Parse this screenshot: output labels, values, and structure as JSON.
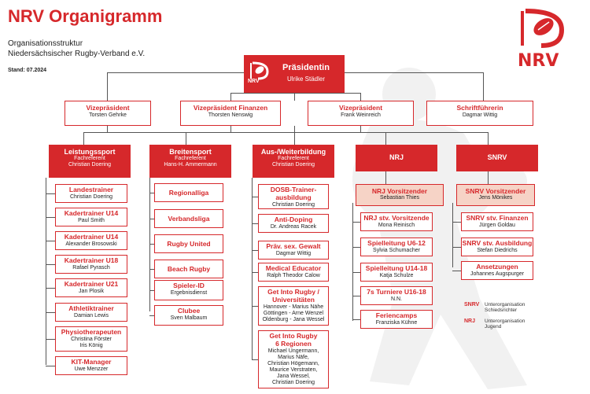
{
  "header": {
    "title": "NRV Organigramm",
    "subtitle_line1": "Organisationsstruktur",
    "subtitle_line2": "Niedersächsischer Rugby-Verband e.V.",
    "stand": "Stand: 07.2024",
    "logo_text": "NRV"
  },
  "top": {
    "role": "Präsidentin",
    "name": "Ulrike Städler",
    "logo_text": "NRV"
  },
  "second_row": [
    {
      "role": "Vizepräsident",
      "name": "Torsten Gehrke"
    },
    {
      "role": "Vizepräsident Finanzen",
      "name": "Thorsten Nenswig"
    },
    {
      "role": "Vizepräsident",
      "name": "Frank Weinreich"
    },
    {
      "role": "Schriftführerin",
      "name": "Dagmar Wittig"
    }
  ],
  "columns": [
    {
      "head": "Leistungssport",
      "sub1": "Fachreferent",
      "sub2": "Christian Doering",
      "items": [
        {
          "role": "Landestrainer",
          "name": "Christian Doering"
        },
        {
          "role": "Kadertrainer U14",
          "name": "Paul Smith"
        },
        {
          "role": "Kadertrainer U14",
          "name": "Alexander Brosowski"
        },
        {
          "role": "Kadertrainer U18",
          "name": "Rafael Pyrasch"
        },
        {
          "role": "Kadertrainer U21",
          "name": "Jan Plosik"
        },
        {
          "role": "Athletiktrainer",
          "name": "Damian Lewis"
        },
        {
          "role": "Physiotherapeuten",
          "name": "Christina Förster\nIris König"
        },
        {
          "role": "KIT-Manager",
          "name": "Uwe Menzzer"
        }
      ]
    },
    {
      "head": "Breitensport",
      "sub1": "Fachreferent",
      "sub2": "Hans-H. Ammermann",
      "items": [
        {
          "role": "Regionalliga",
          "name": ""
        },
        {
          "role": "Verbandsliga",
          "name": ""
        },
        {
          "role": "Rugby United",
          "name": ""
        },
        {
          "role": "Beach Rugby",
          "name": ""
        },
        {
          "role": "Spieler-ID",
          "name": "Ergebnisdienst"
        },
        {
          "role": "Clubee",
          "name": "Sven Malbaum"
        }
      ]
    },
    {
      "head": "Aus-/Weiterbildung",
      "sub1": "Fachreferent",
      "sub2": "Christian Doering",
      "items": [
        {
          "role": "DOSB-Trainer-\nausbildung",
          "name": "Christian Doering"
        },
        {
          "role": "Anti-Doping",
          "name": "Dr. Andreas Racek"
        },
        {
          "role": "Präv. sex. Gewalt",
          "name": "Dagmar Wittig"
        },
        {
          "role": "Medical Educator",
          "name": "Ralph Theodor Calow"
        },
        {
          "role": "Get Into Rugby /\nUniversitäten",
          "name": "Hannover - Marius Nähe\nGöttingen - Arne Wenzel\nOldenburg - Jana Wessel"
        },
        {
          "role": "Get Into Rugby\n6 Regionen",
          "name": "Michael Ungermann,\nMarius Näfe,\nChristian Högemann,\nMaurice Verstraten,\nJana Wessel,\nChristian Doering"
        }
      ]
    },
    {
      "head": "NRJ",
      "lead": {
        "role": "NRJ Vorsitzender",
        "name": "Sebastian Thies"
      },
      "items": [
        {
          "role": "NRJ stv. Vorsitzende",
          "name": "Mona Reinisch"
        },
        {
          "role": "Spielleitung U6-12",
          "name": "Sylvia Schumacher"
        },
        {
          "role": "Spielleitung U14-18",
          "name": "Katja Schulze"
        },
        {
          "role": "7s Turniere U16-18",
          "name": "N.N."
        },
        {
          "role": "Feriencamps",
          "name": "Franziska Kühne"
        }
      ]
    },
    {
      "head": "SNRV",
      "lead": {
        "role": "SNRV Vorsitzender",
        "name": "Jens Mönikes"
      },
      "items": [
        {
          "role": "SNRV stv. Finanzen",
          "name": "Jürgen Goldau"
        },
        {
          "role": "SNRV stv. Ausbildung",
          "name": "Stefan Diedrichs"
        },
        {
          "role": "Ansetzungen",
          "name": "Johannes Augspurger"
        }
      ]
    }
  ],
  "legend": [
    {
      "abbr": "SNRV",
      "text": "Unterorganisation\nSchiedsrichter"
    },
    {
      "abbr": "NRJ",
      "text": "Unterorganisation\nJugend"
    }
  ],
  "colors": {
    "accent": "#d6282b",
    "pale": "#f6d3c6"
  }
}
